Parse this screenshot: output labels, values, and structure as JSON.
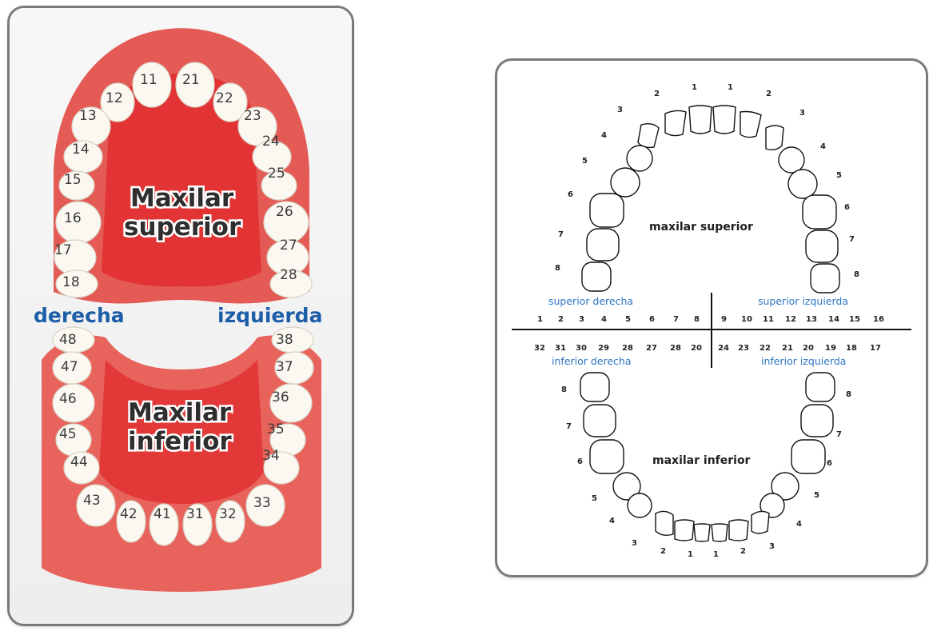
{
  "left_panel": {
    "upper_label": [
      "Maxilar",
      "superior"
    ],
    "lower_label": [
      "Maxilar",
      "inferior"
    ],
    "side_right": "derecha",
    "side_left": "izquierda",
    "upper_teeth": [
      "11",
      "12",
      "13",
      "14",
      "15",
      "16",
      "17",
      "18",
      "21",
      "22",
      "23",
      "24",
      "25",
      "26",
      "27",
      "28"
    ],
    "lower_teeth": [
      "48",
      "47",
      "46",
      "45",
      "44",
      "43",
      "42",
      "41",
      "31",
      "32",
      "33",
      "34",
      "35",
      "36",
      "37",
      "38"
    ]
  },
  "right_panel": {
    "upper_title": "maxilar superior",
    "lower_title": "maxilar inferior",
    "quadrants": {
      "upper_right": "superior derecha",
      "upper_left": "superior izquierda",
      "lower_right": "inferior derecha",
      "lower_left": "inferior izquierda"
    },
    "row_top": [
      "1",
      "2",
      "3",
      "4",
      "5",
      "6",
      "7",
      "8",
      "9",
      "10",
      "11",
      "12",
      "13",
      "14",
      "15",
      "16"
    ],
    "row_bottom": [
      "32",
      "31",
      "30",
      "29",
      "28",
      "27",
      "28",
      "20",
      "24",
      "23",
      "22",
      "21",
      "20",
      "19",
      "18",
      "17"
    ],
    "tooth_labels": [
      "1",
      "2",
      "3",
      "4",
      "5",
      "6",
      "7",
      "8"
    ]
  }
}
